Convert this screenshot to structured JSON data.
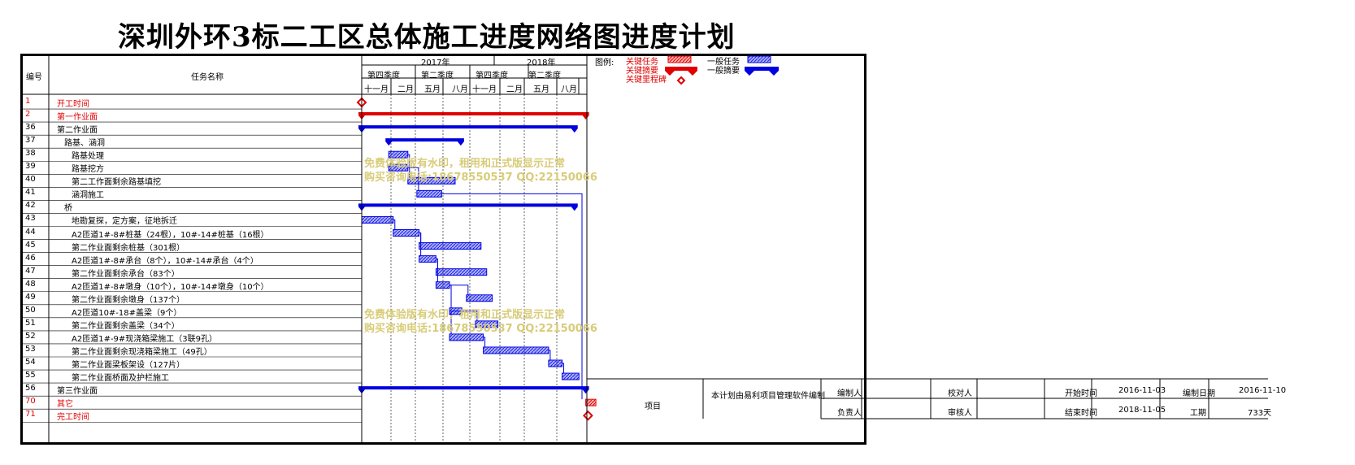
{
  "title": "深圳外环3标二工区总体施工进度网络图进度计划",
  "table_header": {
    "id": "编号",
    "name": "任务名称"
  },
  "timeline": {
    "years": [
      "2017年",
      "2018年"
    ],
    "quarters": [
      "第四季度",
      "第二季度",
      "第四季度",
      "第二季度"
    ],
    "months": [
      "十一月",
      "二月",
      "五月",
      "八月",
      "十一月",
      "二月",
      "五月",
      "八月"
    ]
  },
  "legend": {
    "label": "图例:",
    "critical_task": "关键任务",
    "critical_summary": "关键摘要",
    "critical_milestone": "关键里程碑",
    "normal_task": "一般任务",
    "normal_summary": "一般摘要"
  },
  "colors": {
    "critical": "#e00000",
    "normal": "#0000e0",
    "watermark": "#d8cc78"
  },
  "tasks": [
    {
      "id": "1",
      "name": "开工时间",
      "indent": 0,
      "critical": true
    },
    {
      "id": "2",
      "name": "第一作业面",
      "indent": 0,
      "critical": true
    },
    {
      "id": "36",
      "name": "第二作业面",
      "indent": 0,
      "critical": false
    },
    {
      "id": "37",
      "name": "路基、涵洞",
      "indent": 1,
      "critical": false
    },
    {
      "id": "38",
      "name": "路基处理",
      "indent": 2,
      "critical": false
    },
    {
      "id": "39",
      "name": "路基挖方",
      "indent": 2,
      "critical": false
    },
    {
      "id": "40",
      "name": "第二工作面剩余路基填挖",
      "indent": 2,
      "critical": false
    },
    {
      "id": "41",
      "name": "涵洞施工",
      "indent": 2,
      "critical": false
    },
    {
      "id": "42",
      "name": "桥",
      "indent": 1,
      "critical": false
    },
    {
      "id": "43",
      "name": "地勘复探，定方案，征地拆迁",
      "indent": 2,
      "critical": false
    },
    {
      "id": "44",
      "name": "A2匝道1#-8#桩基（24根），10#-14#桩基（16根）",
      "indent": 2,
      "critical": false
    },
    {
      "id": "45",
      "name": "第二作业面剩余桩基（301根）",
      "indent": 2,
      "critical": false
    },
    {
      "id": "46",
      "name": "A2匝道1#-8#承台（8个），10#-14#承台（4个）",
      "indent": 2,
      "critical": false
    },
    {
      "id": "47",
      "name": "第二作业面剩余承台（83个）",
      "indent": 2,
      "critical": false
    },
    {
      "id": "48",
      "name": "A2匝道1#-8#墩身（10个），10#-14#墩身（10个）",
      "indent": 2,
      "critical": false
    },
    {
      "id": "49",
      "name": "第二作业面剩余墩身（137个）",
      "indent": 2,
      "critical": false
    },
    {
      "id": "50",
      "name": "A2匝道10#-18#盖梁（9个）",
      "indent": 2,
      "critical": false
    },
    {
      "id": "51",
      "name": "第二作业面剩余盖梁（34个）",
      "indent": 2,
      "critical": false
    },
    {
      "id": "52",
      "name": "A2匝道1#-9#现浇箱梁施工（3联9孔）",
      "indent": 2,
      "critical": false
    },
    {
      "id": "53",
      "name": "第二作业面剩余现浇箱梁施工（49孔）",
      "indent": 2,
      "critical": false
    },
    {
      "id": "54",
      "name": "第二作业面梁板架设（127片）",
      "indent": 2,
      "critical": false
    },
    {
      "id": "55",
      "name": "第二作业面桥面及护栏施工",
      "indent": 2,
      "critical": false
    },
    {
      "id": "56",
      "name": "第三作业面",
      "indent": 0,
      "critical": false
    },
    {
      "id": "70",
      "name": "其它",
      "indent": 0,
      "critical": true
    },
    {
      "id": "71",
      "name": "完工时间",
      "indent": 0,
      "critical": true
    }
  ],
  "chart_data": {
    "type": "gantt",
    "x_axis": {
      "unit": "month",
      "start": "2016-11",
      "end": "2018-08"
    },
    "bars": [
      {
        "row": 0,
        "kind": "milestone",
        "start": 2016.84,
        "critical": true
      },
      {
        "row": 1,
        "kind": "summary",
        "start": 2016.84,
        "end": 2018.83,
        "critical": true
      },
      {
        "row": 2,
        "kind": "summary",
        "start": 2016.84,
        "end": 2018.73,
        "critical": false
      },
      {
        "row": 3,
        "kind": "summary",
        "start": 2017.08,
        "end": 2017.72,
        "critical": false
      },
      {
        "row": 4,
        "kind": "task",
        "start": 2017.08,
        "end": 2017.25,
        "critical": false
      },
      {
        "row": 5,
        "kind": "task",
        "start": 2017.08,
        "end": 2017.25,
        "critical": false
      },
      {
        "row": 6,
        "kind": "task",
        "start": 2017.25,
        "end": 2017.67,
        "critical": false
      },
      {
        "row": 7,
        "kind": "task",
        "start": 2017.33,
        "end": 2017.55,
        "critical": false
      },
      {
        "row": 8,
        "kind": "summary",
        "start": 2016.84,
        "end": 2018.73,
        "critical": false
      },
      {
        "row": 9,
        "kind": "task",
        "start": 2016.84,
        "end": 2017.12,
        "critical": false
      },
      {
        "row": 10,
        "kind": "task",
        "start": 2017.12,
        "end": 2017.35,
        "critical": false
      },
      {
        "row": 11,
        "kind": "task",
        "start": 2017.35,
        "end": 2017.9,
        "critical": false
      },
      {
        "row": 12,
        "kind": "task",
        "start": 2017.35,
        "end": 2017.5,
        "critical": false
      },
      {
        "row": 13,
        "kind": "task",
        "start": 2017.5,
        "end": 2017.95,
        "critical": false
      },
      {
        "row": 14,
        "kind": "task",
        "start": 2017.5,
        "end": 2017.62,
        "critical": false
      },
      {
        "row": 15,
        "kind": "task",
        "start": 2017.77,
        "end": 2018.0,
        "critical": false
      },
      {
        "row": 16,
        "kind": "task",
        "start": 2017.62,
        "end": 2017.73,
        "critical": false
      },
      {
        "row": 17,
        "kind": "task",
        "start": 2017.85,
        "end": 2018.05,
        "critical": false
      },
      {
        "row": 18,
        "kind": "task",
        "start": 2017.62,
        "end": 2017.92,
        "critical": false
      },
      {
        "row": 19,
        "kind": "task",
        "start": 2017.92,
        "end": 2018.5,
        "critical": false
      },
      {
        "row": 20,
        "kind": "task",
        "start": 2018.5,
        "end": 2018.62,
        "critical": false
      },
      {
        "row": 21,
        "kind": "task",
        "start": 2018.62,
        "end": 2018.77,
        "critical": false
      },
      {
        "row": 22,
        "kind": "summary",
        "start": 2016.84,
        "end": 2018.83,
        "critical": false
      },
      {
        "row": 23,
        "kind": "task",
        "start": 2018.83,
        "end": 2018.92,
        "critical": true
      },
      {
        "row": 24,
        "kind": "milestone",
        "start": 2018.85,
        "critical": true
      }
    ]
  },
  "watermark": {
    "line1": "免费体验版有水印，租用和正式版显示正常",
    "line2": "购买咨询电话:18678550537 QQ:22150066",
    "line1b": "免费体验版有水印，租用和正式版显示正常",
    "line2b": "购买咨询电话:18678550537 QQ:22150066"
  },
  "footer": {
    "project_label": "项目",
    "project_note": "本计划由易利项目管理软件编制",
    "compiler_label": "编制人",
    "checker_label": "校对人",
    "start_label": "开始时间",
    "start_value": "2016-11-03",
    "date_label": "编制日期",
    "date_value": "2016-11-10",
    "owner_label": "负责人",
    "reviewer_label": "审核人",
    "end_label": "结束时间",
    "end_value": "2018-11-05",
    "duration_label": "工期",
    "duration_value": "733天"
  }
}
